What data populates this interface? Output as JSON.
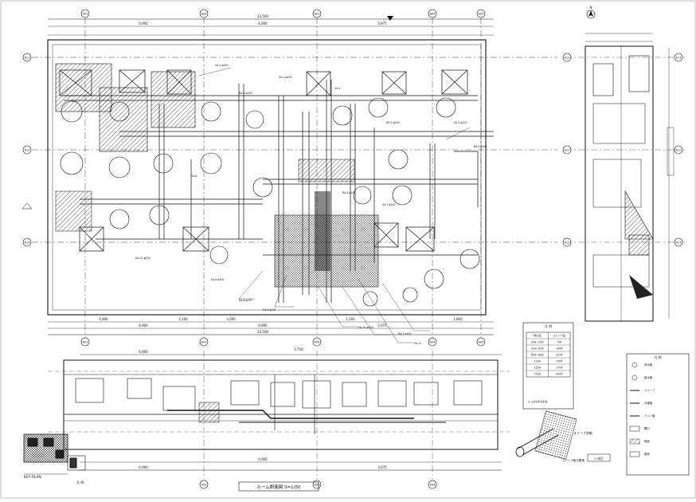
{
  "plan_title": "ルーム断面図  S=1/50",
  "axis_labels": {
    "x_top": [
      "A01",
      "A02",
      "A03",
      "A04",
      "A05"
    ],
    "x_bottom": [
      "A01",
      "A02",
      "A03",
      "A04",
      "A05"
    ],
    "x_bottom2": [
      "A02",
      "A03",
      "A04"
    ],
    "y_left": [
      "A11",
      "A12",
      "A13"
    ],
    "y_right": [
      "A11",
      "A12",
      "A13"
    ]
  },
  "dims": {
    "overall_top": "23,500",
    "overall_bottom": "23,500",
    "top_row": [
      "6,900",
      "6,900",
      "3,975"
    ],
    "bottom_row": [
      "6,900",
      "6,900",
      "3,975"
    ],
    "bottom_sub": [
      "4,800",
      "2,100",
      "3,000",
      "1,500",
      "1,800"
    ],
    "section_top": "6,900",
    "section_span": "3,750",
    "section_bottom": [
      "6,900",
      "6,900",
      "3,975"
    ]
  },
  "notes_table": {
    "title": "凡 例",
    "header": [
      "呼び径",
      "スリーブ径"
    ],
    "rows": [
      [
        "20A〜25A",
        "75A"
      ],
      [
        "32A〜50A",
        "100A"
      ],
      [
        "65A〜80A",
        "125A"
      ],
      [
        "100A",
        "150A"
      ],
      [
        "125A",
        "175A"
      ],
      [
        "150A",
        "200A"
      ]
    ],
    "note": "※ 上記以外は別途"
  },
  "legend": {
    "title": "凡 例",
    "items": [
      {
        "symbol": "circle",
        "label": "排水管"
      },
      {
        "symbol": "circle",
        "label": "給水管"
      },
      {
        "symbol": "line",
        "label": "スリーブ"
      },
      {
        "symbol": "line",
        "label": "冷媒管"
      },
      {
        "symbol": "line",
        "label": "ドレン管"
      },
      {
        "symbol": "box",
        "label": "開口"
      },
      {
        "symbol": "hatch",
        "label": "既設"
      },
      {
        "symbol": "box",
        "label": "新設"
      }
    ]
  },
  "key_plan_label": "KEY PLAN",
  "sleeve_detail_label": "スリーブ詳細",
  "sleeve_detail_caption": "スリーブ取付要領",
  "small_label": "凡 例",
  "north_mark": "N",
  "revision_mark": "▽ 改訂",
  "colors": {
    "line": "#111111",
    "paper": "#ffffff",
    "hatch": "#333333"
  }
}
